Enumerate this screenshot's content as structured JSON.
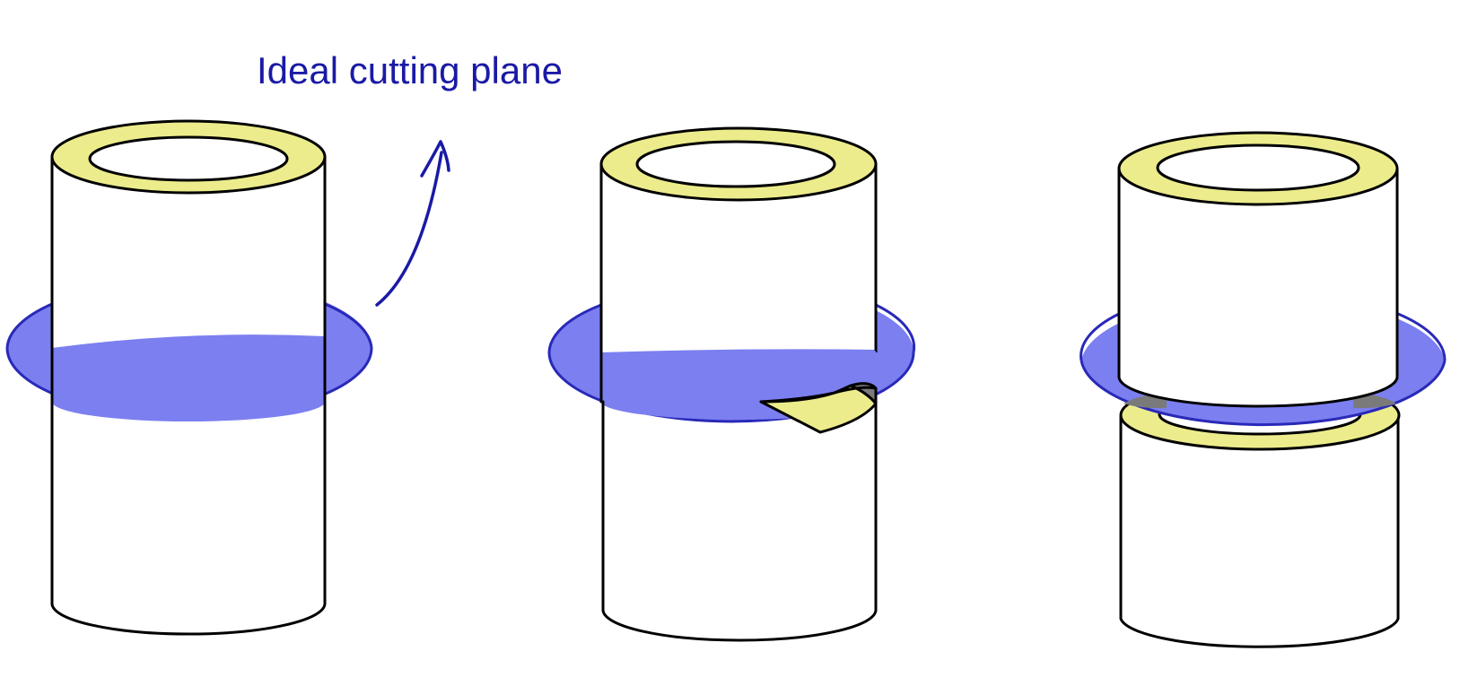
{
  "annotation": {
    "label": "Ideal cutting plane"
  },
  "colors": {
    "annotation": "#1a1aa6",
    "plane_fill": "#7b7ff0",
    "plane_stroke": "#2929b8",
    "wall_top_face": "#ecec8c",
    "cut_face": "#7a7a7a",
    "cylinder_body": "#ffffff",
    "outline": "#000000"
  },
  "panels": [
    {
      "name": "uncut-tube"
    },
    {
      "name": "partially-cut-tube"
    },
    {
      "name": "fully-cut-tube"
    }
  ]
}
